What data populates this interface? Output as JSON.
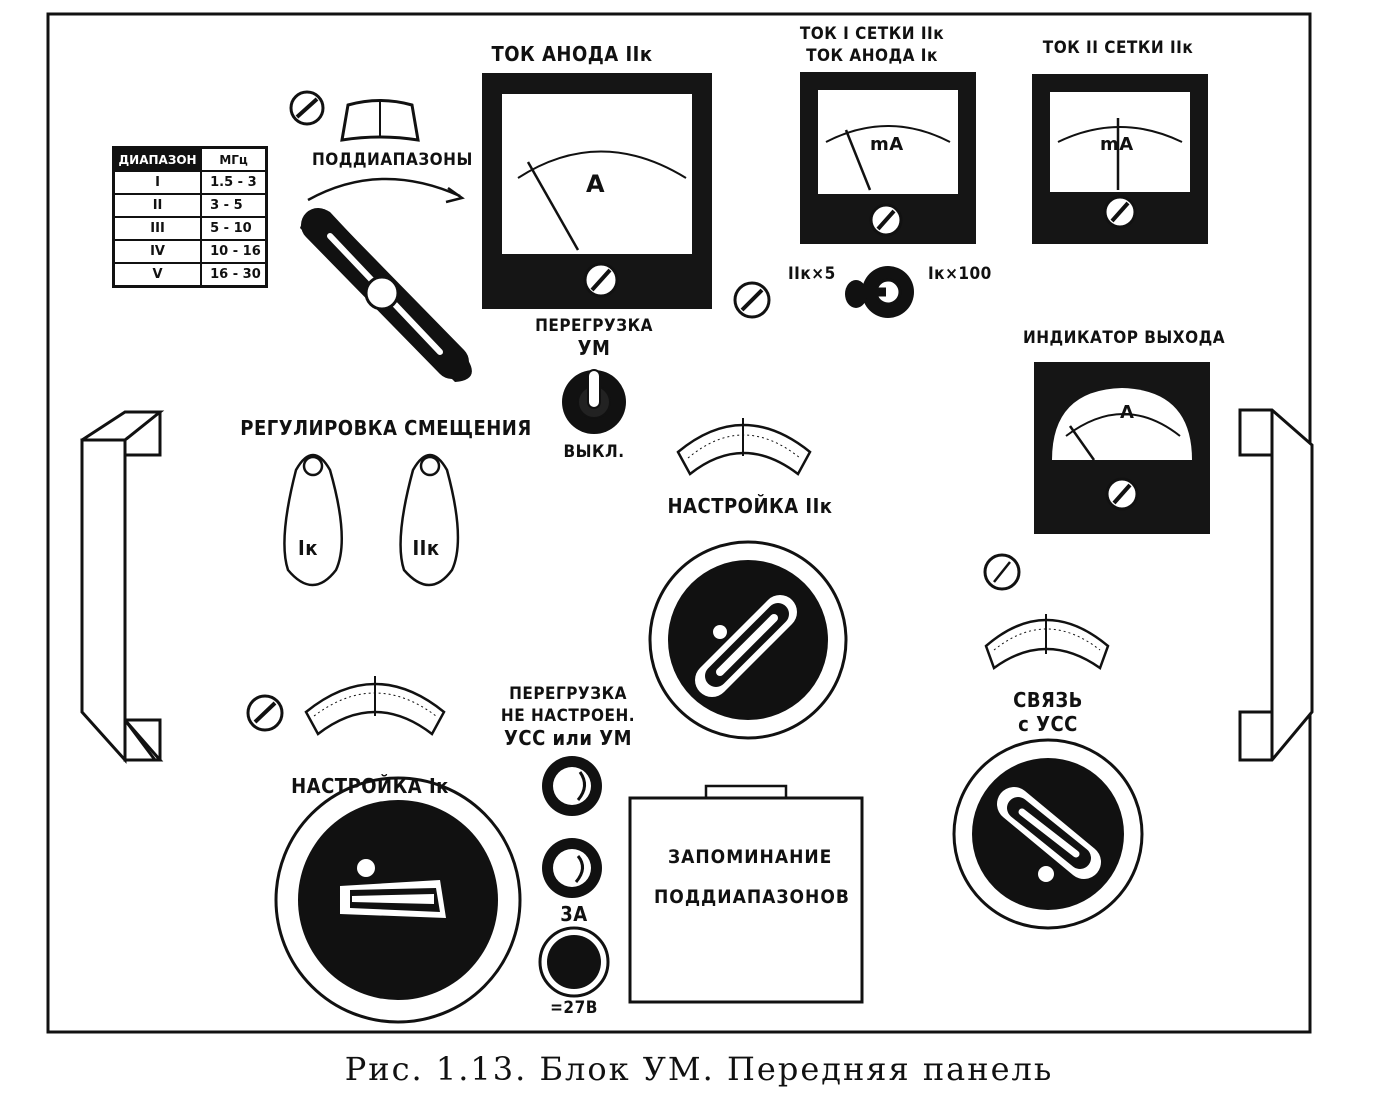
{
  "table": {
    "headers": [
      "ДИАПАЗОН",
      "МГц"
    ],
    "rows": [
      [
        "I",
        "1.5 - 3"
      ],
      [
        "II",
        "3 - 5"
      ],
      [
        "III",
        "5 - 10"
      ],
      [
        "IV",
        "10 - 16"
      ],
      [
        "V",
        "16 - 30"
      ]
    ]
  },
  "labels": {
    "subranges": "ПОДДИАПАЗОНЫ",
    "anode_current_2k": "ТОК АНОДА IIк",
    "grid1_current_2k": "ТОК I СЕТКИ IIк",
    "anode_current_1k": "ТОК АНОДА Iк",
    "grid2_current_2k": "ТОК II СЕТКИ IIк",
    "switch_left": "IIк×5",
    "switch_right": "Iк×100",
    "overload_um": "ПЕРЕГРУЗКА",
    "overload_um_2": "УМ",
    "off": "ВЫКЛ.",
    "output_indicator": "ИНДИКАТОР ВЫХОДА",
    "bias_adjust": "РЕГУЛИРОВКА СМЕЩЕНИЯ",
    "bias_1k": "Iк",
    "bias_2k": "IIк",
    "tuning_2k": "НАСТРОЙКА IIк",
    "tuning_1k": "НАСТРОЙКА Iк",
    "overload_detuned_1": "ПЕРЕГРУЗКА",
    "overload_detuned_2": "НЕ НАСТРОЕН.",
    "overload_detuned_3": "УСС или УМ",
    "fuse": "3А",
    "voltage": "=27В",
    "coupling_1": "СВЯЗЬ",
    "coupling_2": "с УСС",
    "memory_1": "ЗАПОМИНАНИЕ",
    "memory_2": "ПОДДИАПАЗОНОВ"
  },
  "meters": {
    "anode_2k_unit": "A",
    "anode_1k_unit": "mA",
    "grid2_unit": "mA",
    "output_unit": "A"
  },
  "caption": "Рис. 1.13. Блок УМ. Передняя панель"
}
